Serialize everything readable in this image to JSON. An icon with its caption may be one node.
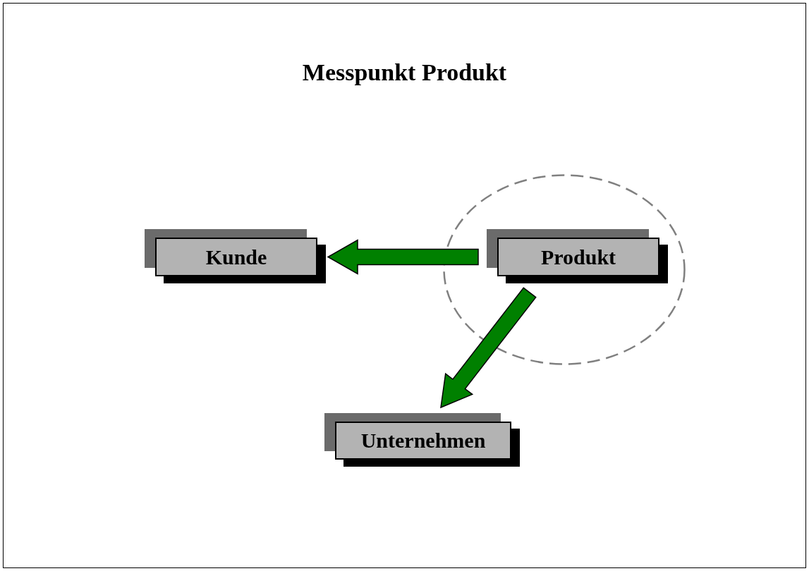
{
  "diagram": {
    "title": "Messpunkt Produkt",
    "nodes": [
      {
        "text": [
          "Kunde"
        ]
      },
      {
        "text": [],
        "shape": "circle"
      },
      {
        "text": [
          "Produkt"
        ],
        "in": 1
      },
      {
        "text": [
          "Unternehmen"
        ]
      }
    ],
    "edges": [
      {
        "from": 2,
        "to": 0,
        "arrow": "to",
        "style": "thick"
      },
      {
        "from": 2,
        "to": 3,
        "arrow": "to",
        "style": "thick"
      }
    ]
  }
}
